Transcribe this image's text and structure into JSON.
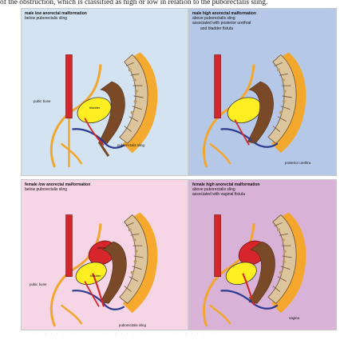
{
  "caption_top": "of the obstruction, which is classified as high or low in relation to the puborectalis sling.",
  "panels": {
    "male_low": {
      "title_pre": "male ",
      "title_em": "low",
      "title_post": " anorectal malformation",
      "lines": [
        "below puborectalis sling"
      ],
      "labels": {
        "pubic_bone": "pubic bone",
        "bladder": "bladder",
        "puborectalis": "puborectalis sling"
      }
    },
    "male_high": {
      "title_pre": "male ",
      "title_em": "high",
      "title_post": " anorectal malformation",
      "lines": [
        "above puborectalis sling",
        "associated with posterior urethral",
        "and bladder fistula"
      ],
      "labels": {
        "posterior_urethra": "posterior urethra"
      }
    },
    "female_low": {
      "title_pre": "female ",
      "title_em": "low",
      "title_post": " anorectal malformation",
      "lines": [
        "below puborectalis sling"
      ],
      "labels": {
        "pubic_bone": "pubic bone",
        "uterus": "uterus",
        "bladder": "bladder",
        "puborectalis": "puborectalis sling"
      }
    },
    "female_high": {
      "title_pre": "female ",
      "title_em": "high",
      "title_post": " anorectal malformation",
      "lines": [
        "above puborectalis sling",
        "associated with vaginal fistula"
      ],
      "labels": {
        "vagina": "vagina"
      }
    }
  },
  "colors": {
    "bone": "#d9c29a",
    "bone_outline": "#7a5f3a",
    "rectum": "#7a4a28",
    "bladder": "#ffee22",
    "urethra": "#d7262b",
    "sling": "#2b3a8f",
    "skin": "#f2a62c",
    "uterus": "#d7262b"
  }
}
